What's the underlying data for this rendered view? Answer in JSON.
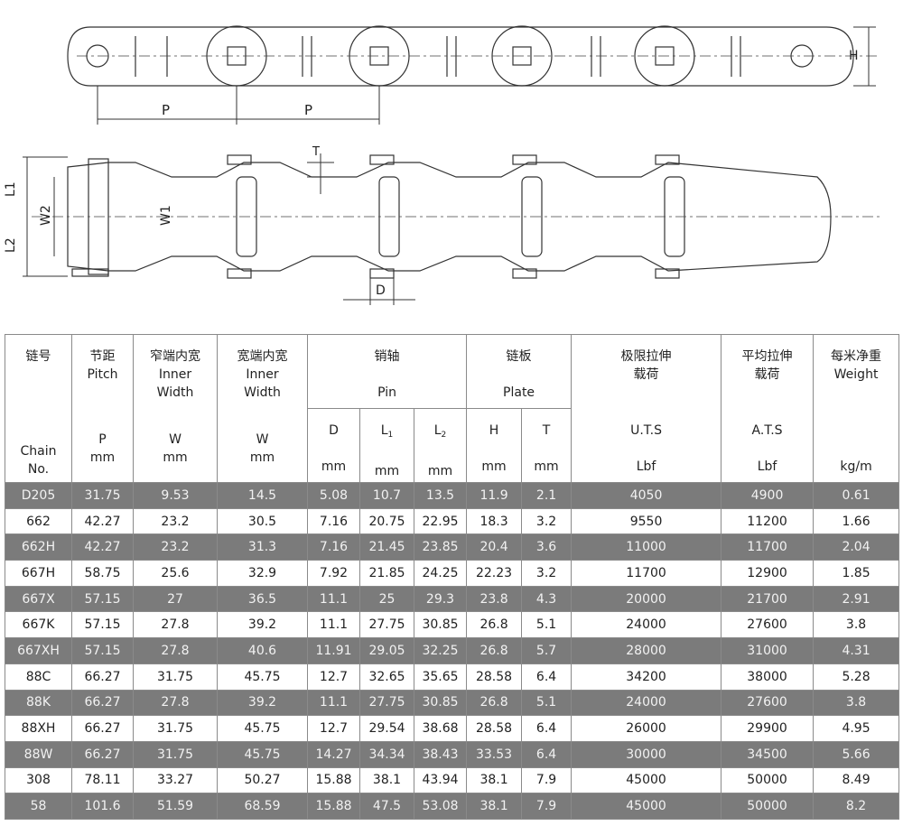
{
  "drawing": {
    "label_pitch": "P",
    "label_height": "H",
    "label_thickness": "T",
    "label_l1": "L1",
    "label_l2": "L2",
    "label_w1": "W1",
    "label_w2": "W2",
    "label_d": "D"
  },
  "table": {
    "headers": {
      "chain_no": {
        "line1": "Chain",
        "line2": "No.",
        "zh": "链号"
      },
      "pitch": {
        "zh": "节距",
        "en": "Pitch",
        "sym": "P",
        "unit": "mm"
      },
      "narrow_width": {
        "zh": "窄端内宽",
        "en1": "Inner",
        "en2": "Width",
        "sym": "W",
        "unit": "mm"
      },
      "wide_width": {
        "zh": "宽端内宽",
        "en1": "Inner",
        "en2": "Width",
        "sym": "W",
        "unit": "mm"
      },
      "pin": {
        "zh": "销轴",
        "en": "Pin",
        "d": "D",
        "l1": "L",
        "l1_sub": "1",
        "l2": "L",
        "l2_sub": "2",
        "unit": "mm"
      },
      "plate": {
        "zh": "链板",
        "en": "Plate",
        "h": "H",
        "t": "T",
        "unit": "mm"
      },
      "uts": {
        "zh1": "极限拉伸",
        "zh2": "载荷",
        "sym": "U.T.S",
        "unit": "Lbf"
      },
      "ats": {
        "zh1": "平均拉伸",
        "zh2": "载荷",
        "sym": "A.T.S",
        "unit": "Lbf"
      },
      "weight": {
        "zh": "每米净重",
        "en": "Weight",
        "unit": "kg/m"
      }
    },
    "rows": [
      [
        "D205",
        "31.75",
        "9.53",
        "14.5",
        "5.08",
        "10.7",
        "13.5",
        "11.9",
        "2.1",
        "4050",
        "4900",
        "0.61"
      ],
      [
        "662",
        "42.27",
        "23.2",
        "30.5",
        "7.16",
        "20.75",
        "22.95",
        "18.3",
        "3.2",
        "9550",
        "11200",
        "1.66"
      ],
      [
        "662H",
        "42.27",
        "23.2",
        "31.3",
        "7.16",
        "21.45",
        "23.85",
        "20.4",
        "3.6",
        "11000",
        "11700",
        "2.04"
      ],
      [
        "667H",
        "58.75",
        "25.6",
        "32.9",
        "7.92",
        "21.85",
        "24.25",
        "22.23",
        "3.2",
        "11700",
        "12900",
        "1.85"
      ],
      [
        "667X",
        "57.15",
        "27",
        "36.5",
        "11.1",
        "25",
        "29.3",
        "23.8",
        "4.3",
        "20000",
        "21700",
        "2.91"
      ],
      [
        "667K",
        "57.15",
        "27.8",
        "39.2",
        "11.1",
        "27.75",
        "30.85",
        "26.8",
        "5.1",
        "24000",
        "27600",
        "3.8"
      ],
      [
        "667XH",
        "57.15",
        "27.8",
        "40.6",
        "11.91",
        "29.05",
        "32.25",
        "26.8",
        "5.7",
        "28000",
        "31000",
        "4.31"
      ],
      [
        "88C",
        "66.27",
        "31.75",
        "45.75",
        "12.7",
        "32.65",
        "35.65",
        "28.58",
        "6.4",
        "34200",
        "38000",
        "5.28"
      ],
      [
        "88K",
        "66.27",
        "27.8",
        "39.2",
        "11.1",
        "27.75",
        "30.85",
        "26.8",
        "5.1",
        "24000",
        "27600",
        "3.8"
      ],
      [
        "88XH",
        "66.27",
        "31.75",
        "45.75",
        "12.7",
        "29.54",
        "38.68",
        "28.58",
        "6.4",
        "26000",
        "29900",
        "4.95"
      ],
      [
        "88W",
        "66.27",
        "31.75",
        "45.75",
        "14.27",
        "34.34",
        "38.43",
        "33.53",
        "6.4",
        "30000",
        "34500",
        "5.66"
      ],
      [
        "308",
        "78.11",
        "33.27",
        "50.27",
        "15.88",
        "38.1",
        "43.94",
        "38.1",
        "7.9",
        "45000",
        "50000",
        "8.49"
      ],
      [
        "58",
        "101.6",
        "51.59",
        "68.59",
        "15.88",
        "47.5",
        "53.08",
        "38.1",
        "7.9",
        "45000",
        "50000",
        "8.2"
      ]
    ],
    "colors": {
      "dark_row": "#7b7b7b",
      "light_row": "#ffffff",
      "border": "#8a8a8a"
    }
  }
}
